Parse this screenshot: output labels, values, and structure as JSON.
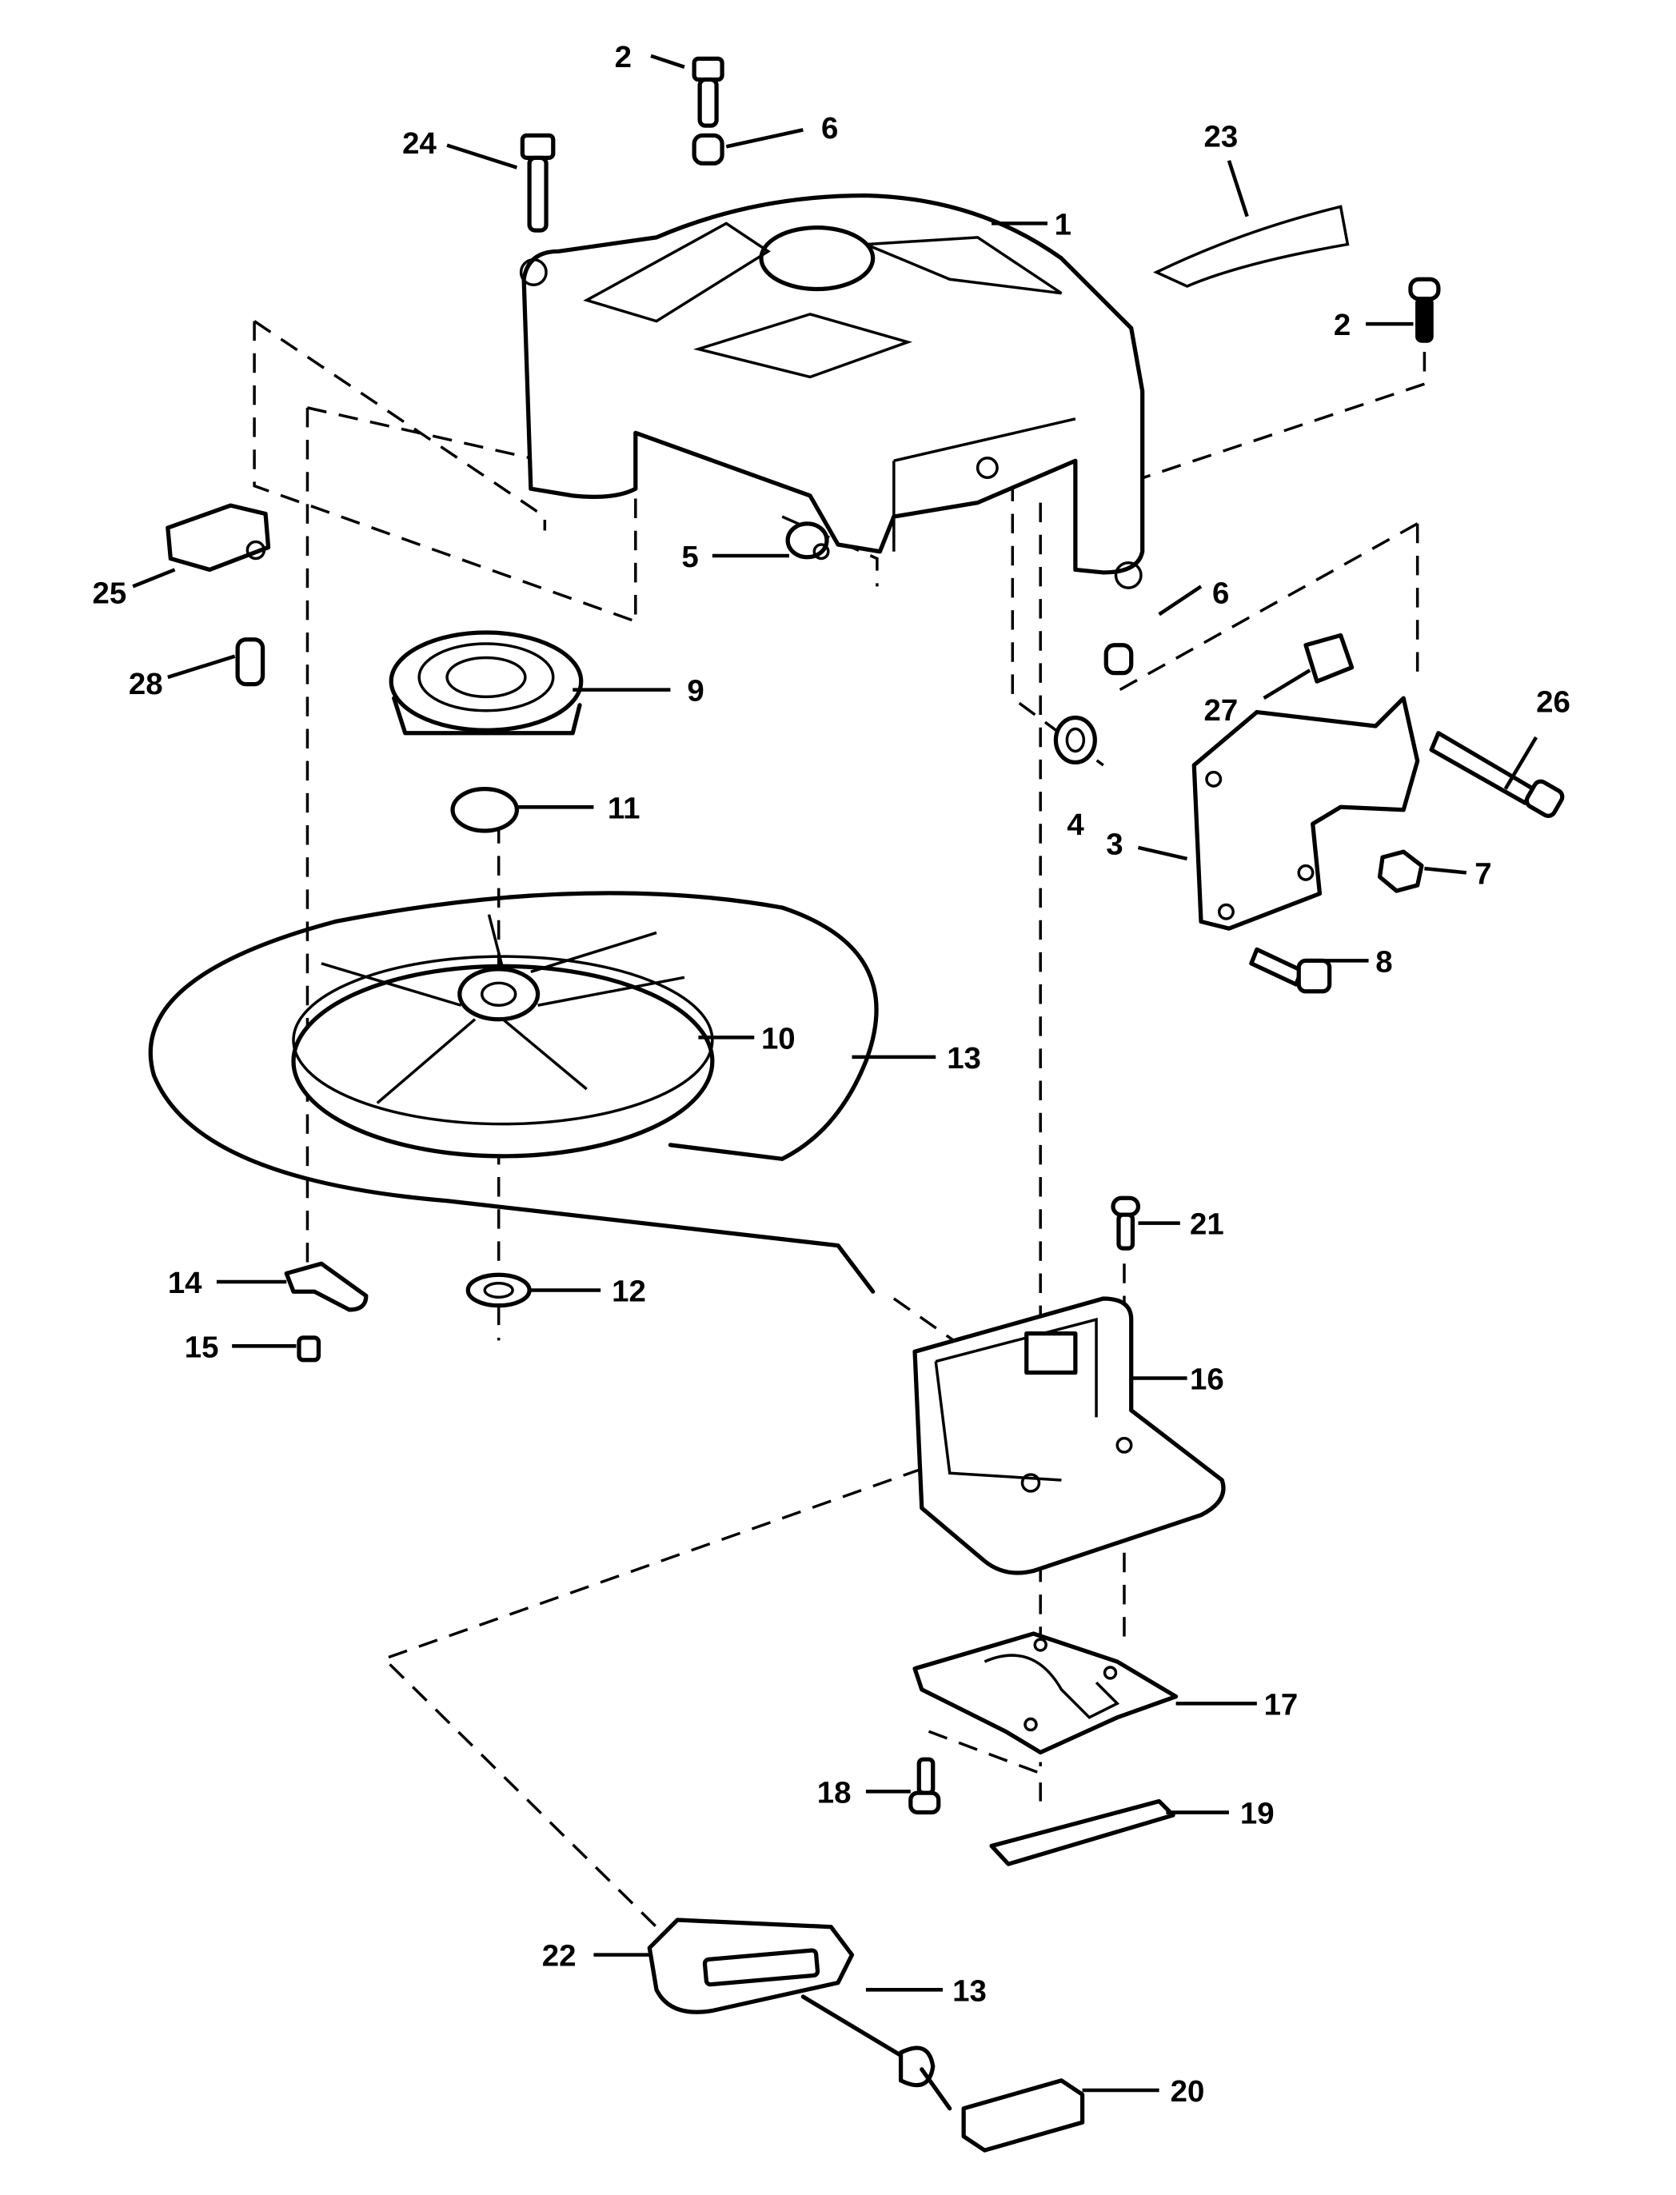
{
  "diagram": {
    "title": "Manual starter assembly exploded view",
    "callouts": [
      {
        "id": "c1",
        "label": "1"
      },
      {
        "id": "c2a",
        "label": "2"
      },
      {
        "id": "c2b",
        "label": "2"
      },
      {
        "id": "c3",
        "label": "3"
      },
      {
        "id": "c4",
        "label": "4"
      },
      {
        "id": "c5",
        "label": "5"
      },
      {
        "id": "c6a",
        "label": "6"
      },
      {
        "id": "c6b",
        "label": "6"
      },
      {
        "id": "c7",
        "label": "7"
      },
      {
        "id": "c8",
        "label": "8"
      },
      {
        "id": "c9",
        "label": "9"
      },
      {
        "id": "c10",
        "label": "10"
      },
      {
        "id": "c11",
        "label": "11"
      },
      {
        "id": "c12",
        "label": "12"
      },
      {
        "id": "c13a",
        "label": "13"
      },
      {
        "id": "c13b",
        "label": "13"
      },
      {
        "id": "c14",
        "label": "14"
      },
      {
        "id": "c15",
        "label": "15"
      },
      {
        "id": "c16",
        "label": "16"
      },
      {
        "id": "c17",
        "label": "17"
      },
      {
        "id": "c18",
        "label": "18"
      },
      {
        "id": "c19",
        "label": "19"
      },
      {
        "id": "c20",
        "label": "20"
      },
      {
        "id": "c21",
        "label": "21"
      },
      {
        "id": "c22",
        "label": "22"
      },
      {
        "id": "c23",
        "label": "23"
      },
      {
        "id": "c24",
        "label": "24"
      },
      {
        "id": "c25",
        "label": "25"
      },
      {
        "id": "c26",
        "label": "26"
      },
      {
        "id": "c27",
        "label": "27"
      },
      {
        "id": "c28",
        "label": "28"
      }
    ]
  }
}
